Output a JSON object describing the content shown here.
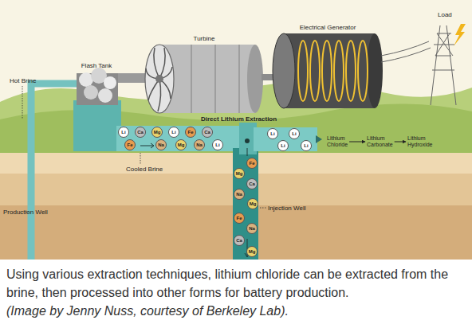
{
  "diagram": {
    "caption": "Using various extraction techniques, lithium chloride can be extracted from the brine, then processed into other forms for battery production.",
    "nodes": [
      {
        "text": [
          "Flash Tank"
        ]
      },
      {
        "text": [
          "Turbine"
        ]
      },
      {
        "text": [
          "Electrical Generator"
        ]
      },
      {
        "text": [
          "Li"
        ]
      },
      {
        "text": [
          "Ca"
        ]
      },
      {
        "text": [
          "Mg"
        ]
      },
      {
        "text": [
          "Li"
        ]
      },
      {
        "text": [
          "Fe"
        ]
      },
      {
        "text": [
          "Ca"
        ]
      },
      {
        "text": [
          "Fe"
        ]
      },
      {
        "text": [
          "Na"
        ]
      },
      {
        "text": [
          "Mg"
        ]
      },
      {
        "text": [
          "Na"
        ]
      },
      {
        "text": [
          "Li"
        ]
      },
      {
        "text": [
          "Li"
        ]
      },
      {
        "text": [
          "Li"
        ]
      },
      {
        "text": [
          "Li"
        ]
      },
      {
        "text": [
          "Li"
        ]
      },
      {
        "text": [
          "Fe"
        ]
      },
      {
        "text": [
          "Mg"
        ]
      },
      {
        "text": [
          "Ca"
        ]
      },
      {
        "text": [
          "Na"
        ]
      },
      {
        "text": [
          "Mg"
        ]
      },
      {
        "text": [
          "Fe"
        ]
      },
      {
        "text": [
          "Na"
        ]
      },
      {
        "text": [
          "Ca"
        ]
      },
      {
        "text": [
          "Mg"
        ]
      },
      {
        "text": [
          "Lithium Chloride"
        ]
      },
      {
        "text": [
          "Lithium Carbonate"
        ]
      },
      {
        "text": [
          "Lithium Hydroxide"
        ]
      }
    ],
    "edges": [
      {
        "from": 27,
        "to": 28,
        "arrow": "to"
      },
      {
        "from": 28,
        "to": 29,
        "arrow": "to"
      }
    ],
    "labels": [
      "Load",
      "Hot Brine",
      "Direct Lithium Extraction",
      "Cooled Brine",
      "Production Well",
      "Injection Well",
      "(Image by Jenny Nuss, courtesy of Berkeley Lab)."
    ]
  }
}
